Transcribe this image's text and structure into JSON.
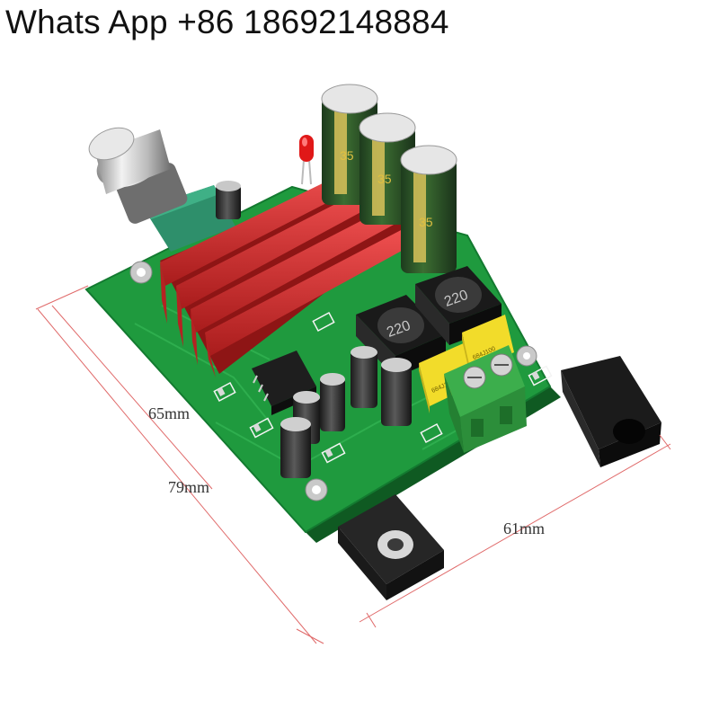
{
  "header": {
    "contact_text": "Whats App +86 18692148884"
  },
  "dimensions": {
    "side_short": "65mm",
    "side_long": "79mm",
    "front": "61mm"
  },
  "board": {
    "capacitor_marking": "35",
    "inductor_marking": "220",
    "film_cap_marking": "684J100"
  },
  "colors": {
    "pcb": "#1f9a3e",
    "heatsink": "#d22b2b",
    "terminal": "#3cae4c",
    "film_cap": "#f2dc2a",
    "dimension_line": "#e06a6a"
  }
}
